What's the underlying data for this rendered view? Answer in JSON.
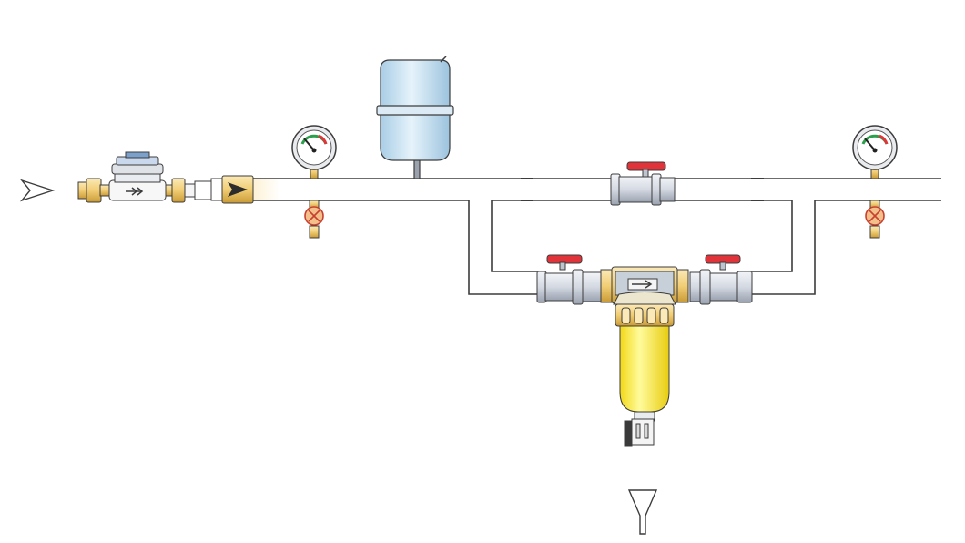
{
  "diagram": {
    "type": "plumbing-schematic",
    "text_labels": [],
    "components": [
      {
        "id": "inlet-arrow",
        "icon": "flow-inlet-arrow-icon"
      },
      {
        "id": "water-meter",
        "icon": "water-meter-icon"
      },
      {
        "id": "check-valve",
        "icon": "check-valve-icon"
      },
      {
        "id": "pressure-gauge-left",
        "icon": "pressure-gauge-icon"
      },
      {
        "id": "drain-valve-left",
        "icon": "drain-valve-icon"
      },
      {
        "id": "expansion-tank",
        "icon": "expansion-tank-icon"
      },
      {
        "id": "bypass-ball-valve",
        "icon": "ball-valve-icon"
      },
      {
        "id": "filter-inlet-valve",
        "icon": "ball-valve-icon"
      },
      {
        "id": "filter-outlet-valve",
        "icon": "ball-valve-icon"
      },
      {
        "id": "filter",
        "icon": "water-filter-icon"
      },
      {
        "id": "pressure-gauge-right",
        "icon": "pressure-gauge-icon"
      },
      {
        "id": "drain-valve-right",
        "icon": "drain-valve-icon"
      },
      {
        "id": "drain-funnel",
        "icon": "drain-funnel-icon"
      }
    ],
    "colors": {
      "pipe": "#3c3c3c",
      "brass": "#f3d489",
      "brass_dark": "#c8a040",
      "valve_body": "#d8dde6",
      "valve_handle": "#e0343a",
      "tank": "#cfe6f5",
      "filter_bowl": "#fff34a",
      "gauge_face": "#ffffff"
    }
  }
}
